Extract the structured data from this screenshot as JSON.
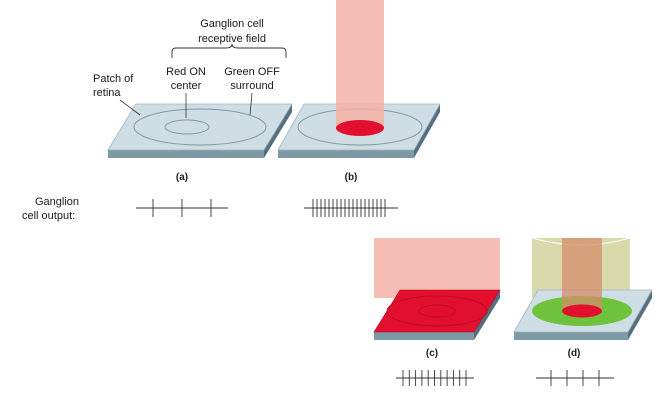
{
  "labels": {
    "receptive_field_line1": "Ganglion cell",
    "receptive_field_line2": "receptive field",
    "center_line1": "Red ON",
    "center_line2": "center",
    "surround_line1": "Green OFF",
    "surround_line2": "surround",
    "patch_line1": "Patch of",
    "patch_line2": "retina",
    "output_line1": "Ganglion",
    "output_line2": "cell output:"
  },
  "panels": [
    {
      "id": "a",
      "caption": "(a)",
      "stimulus": "none",
      "spikes": 3
    },
    {
      "id": "b",
      "caption": "(b)",
      "stimulus": "red light on center",
      "spikes": 19
    },
    {
      "id": "c",
      "caption": "(c)",
      "stimulus": "red light on whole field",
      "spikes": 11
    },
    {
      "id": "d",
      "caption": "(d)",
      "stimulus": "red center + green surround",
      "spikes": 4
    }
  ],
  "colors": {
    "retina_top": "#cfdde4",
    "retina_side": "#5f7e8c",
    "red": "#e2102e",
    "red_beam": "#f3b2a6",
    "green": "#6ec23c",
    "green_beam": "#d4d6a2",
    "outline": "#7f98a4"
  }
}
